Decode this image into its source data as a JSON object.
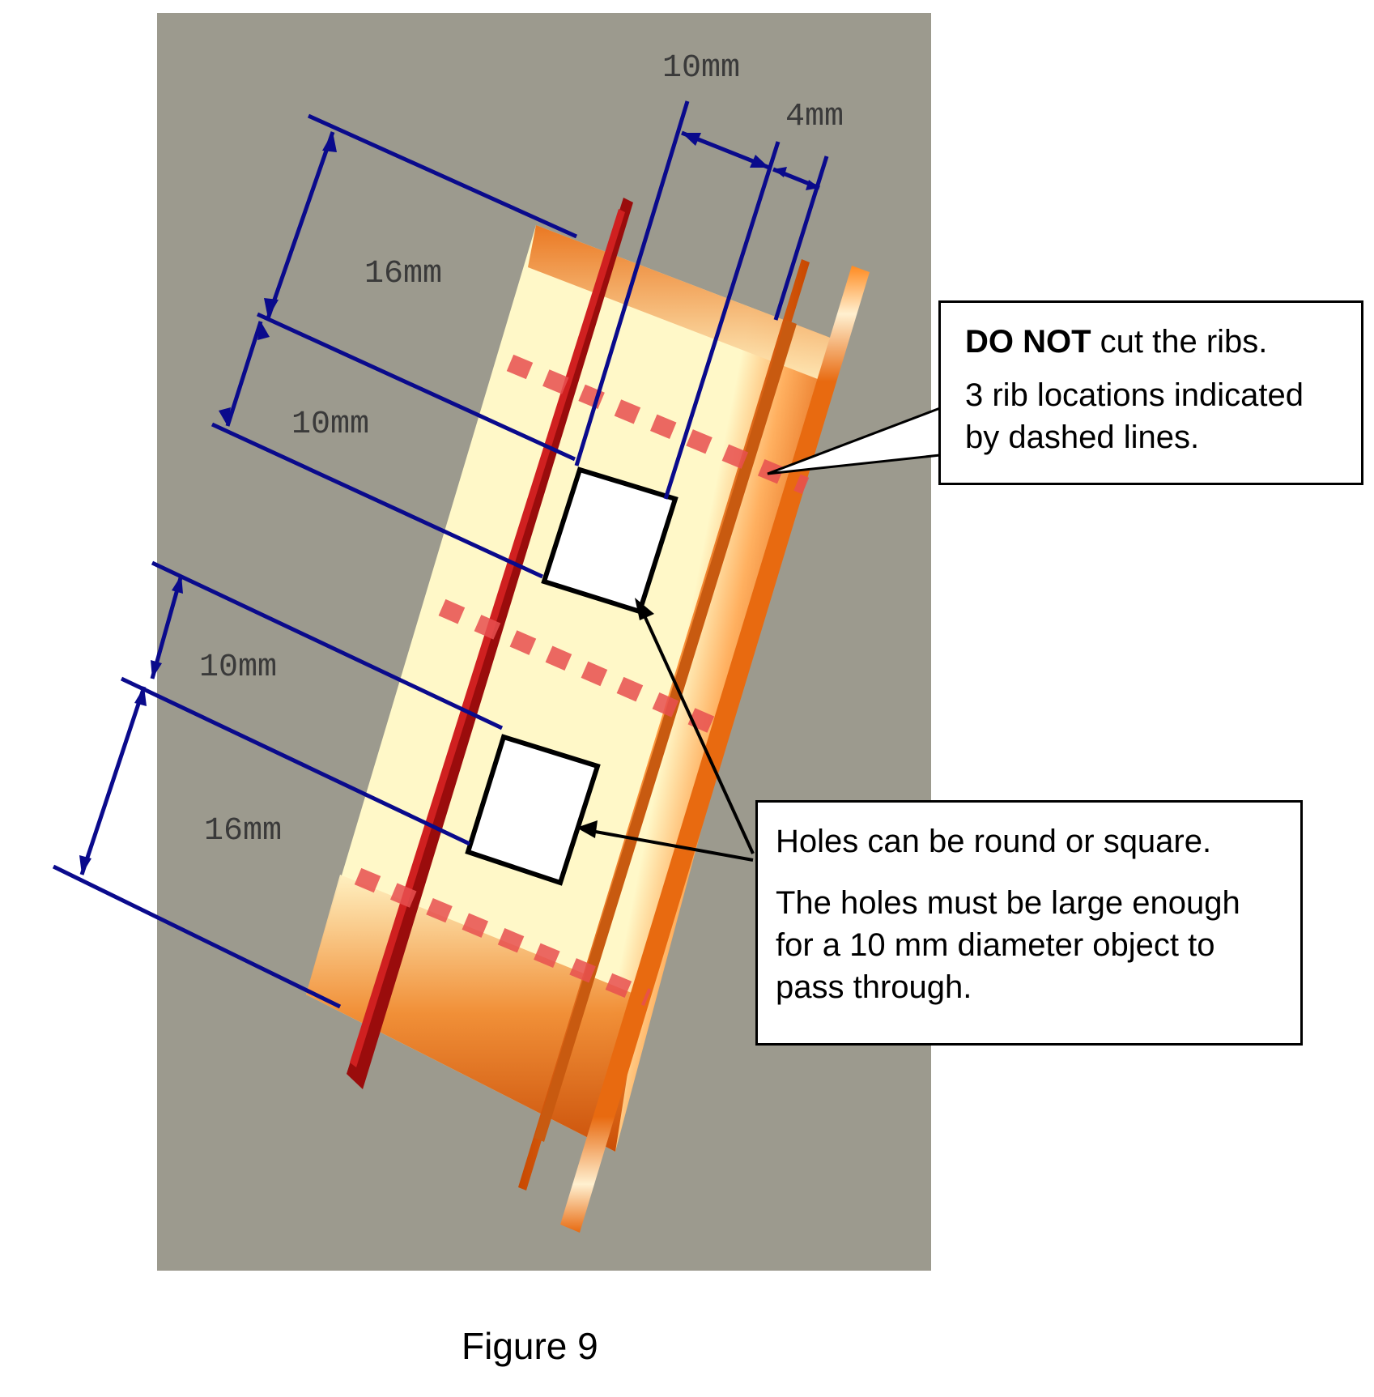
{
  "dimensions": {
    "top_width": "10mm",
    "rib_gap": "4mm",
    "upper_outer": "16mm",
    "upper_hole": "10mm",
    "lower_hole": "10mm",
    "lower_outer": "16mm"
  },
  "callout_ribs": {
    "bold": "DO NOT",
    "rest": " cut the ribs.",
    "line2": "3 rib locations indicated by dashed lines."
  },
  "callout_holes": {
    "line1": "Holes can be round or square.",
    "line2": "The holes must be large enough for a 10 mm diameter object to pass through."
  },
  "caption": "Figure 9",
  "colors": {
    "background_panel": "#9c9a8e",
    "dimension_lines": "#0a0a8c",
    "body_light": "#fff8c8",
    "body_copper": "#e86a10",
    "flange_dark_red": "#9a0c0c",
    "rib_dash": "#e85050"
  }
}
